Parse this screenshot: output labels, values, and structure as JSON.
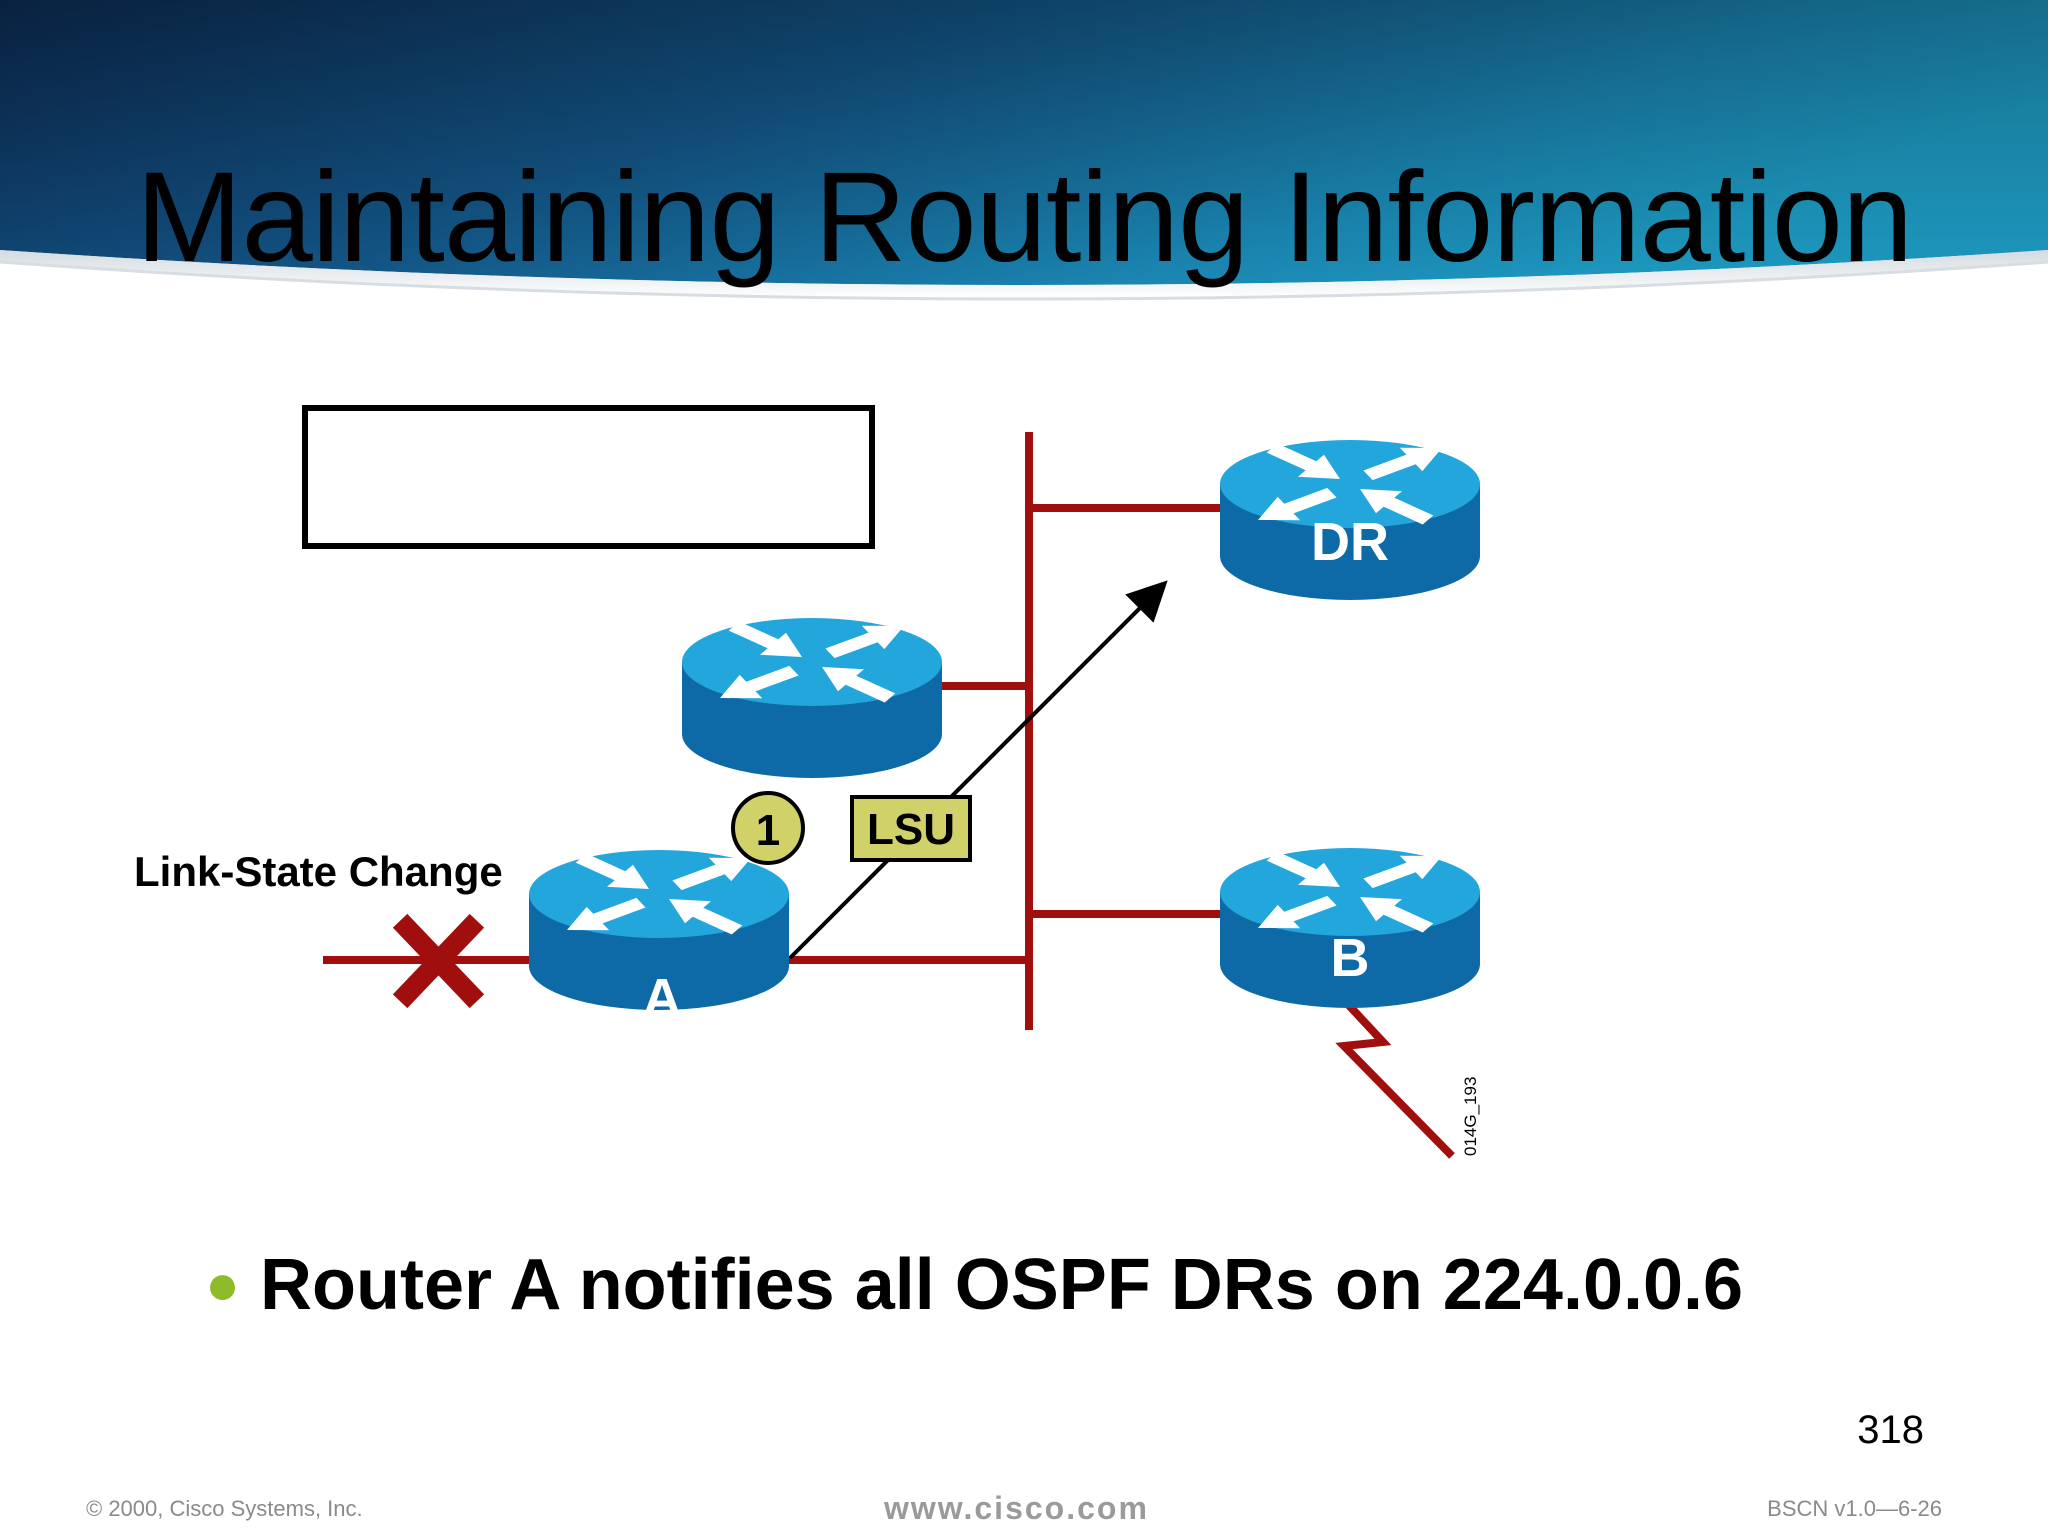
{
  "slide": {
    "title": "Maintaining Routing Information",
    "bullet": "Router A notifies all OSPF DRs on 224.0.0.6",
    "page_number": "318",
    "footer": {
      "copyright": "© 2000, Cisco Systems, Inc.",
      "url": "www.cisco.com",
      "course_code": "BSCN v1.0—6-26"
    }
  },
  "diagram": {
    "link_state_label": "Link-State Change",
    "step_number": "1",
    "packet_label": "LSU",
    "figure_id": "014G_193",
    "routers": [
      {
        "id": "dr",
        "label": "DR"
      },
      {
        "id": "other",
        "label": ""
      },
      {
        "id": "a",
        "label": "A"
      },
      {
        "id": "b",
        "label": "B"
      }
    ]
  },
  "colors": {
    "router_top": "#22a6dc",
    "router_side": "#0e6aa6",
    "link": "#a00e0e",
    "badge": "#d1d16a",
    "bullet": "#8dbb2a"
  }
}
